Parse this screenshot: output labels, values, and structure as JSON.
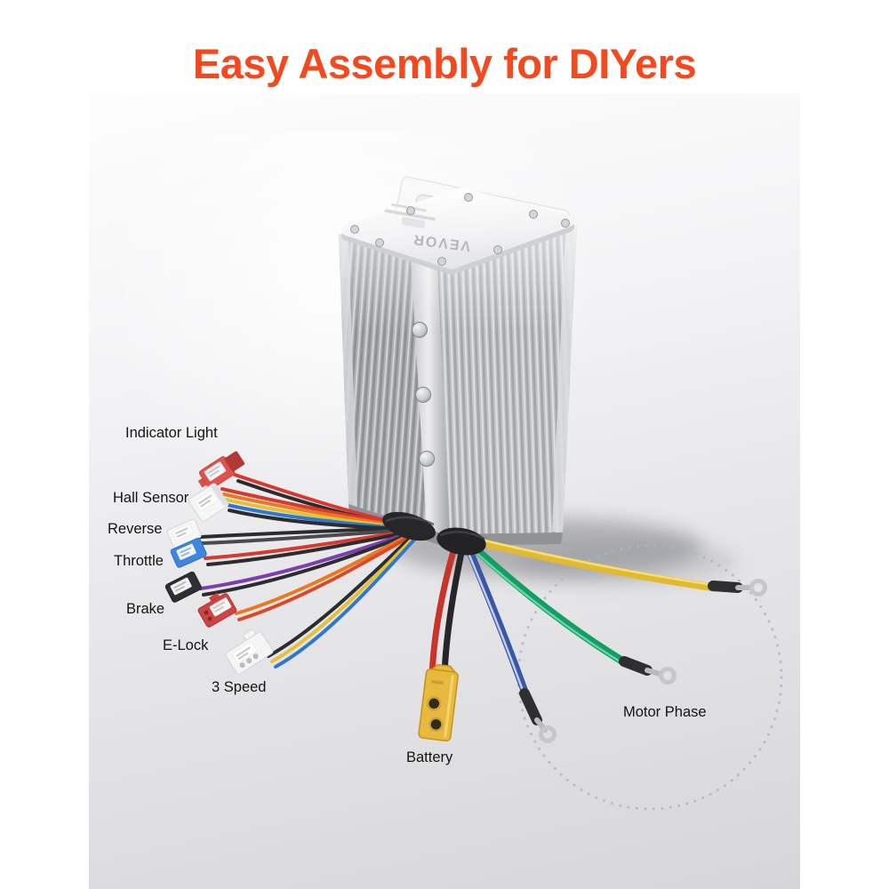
{
  "title": "Easy Assembly for DIYers",
  "brand": "VEVOR",
  "connectors": [
    {
      "label": "Indicator Light",
      "connector_color": "#e0524e",
      "wire_colors": [
        "#d8392e",
        "#2c2c2e"
      ]
    },
    {
      "label": "Hall Sensor",
      "connector_color": "#f6f6f7",
      "wire_colors": [
        "#d8392e",
        "#e87a22",
        "#e3c23a",
        "#2f78d0",
        "#2c2c2e"
      ]
    },
    {
      "label": "Reverse",
      "connector_color": "#f6f6f7",
      "wire_colors": [
        "#2c2c2e",
        "#4a4a4e"
      ]
    },
    {
      "label": "Throttle",
      "connector_color": "#3f86e0",
      "wire_colors": [
        "#d8392e",
        "#2c2c2e"
      ]
    },
    {
      "label": "Brake",
      "connector_color": "#303033",
      "wire_colors": [
        "#7d3fae",
        "#2c2c2e"
      ]
    },
    {
      "label": "E-Lock",
      "connector_color": "#cc4542",
      "wire_colors": [
        "#e87a22",
        "#d84a2a"
      ]
    },
    {
      "label": "3 Speed",
      "connector_color": "#f5f5f6",
      "wire_colors": [
        "#2c2c2e",
        "#e3c23a",
        "#2f78d0"
      ]
    },
    {
      "label": "Battery",
      "connector_color": "#e9b83e",
      "wire_colors": [
        "#c8332a",
        "#26262a"
      ]
    },
    {
      "label": "Motor Phase",
      "connector_color": "#2f2f31",
      "wire_colors": [
        "#3a56a6",
        "#149e63",
        "#e2ba2e"
      ]
    }
  ],
  "accent_colors": {
    "title": "#f3491f",
    "label_text": "#141414",
    "dotted_circle": "#a8b4cf",
    "heatsink": "#b4b6b9",
    "top_plate": "#f4f4f5"
  }
}
